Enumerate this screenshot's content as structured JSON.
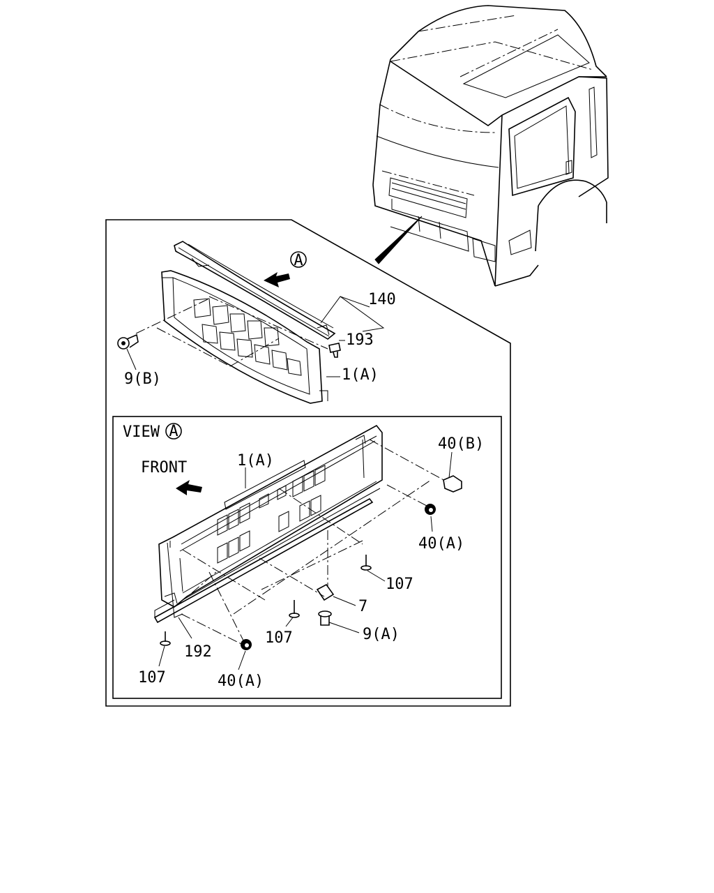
{
  "diagram": {
    "view_marker": "A",
    "labels": {
      "part_140": "140",
      "part_193": "193",
      "part_9b": "9(B)",
      "part_1a_top": "1(A)",
      "view_title": "VIEW",
      "front": "FRONT",
      "part_1a_view": "1(A)",
      "part_40b": "40(B)",
      "part_40a_right": "40(A)",
      "part_107_right": "107",
      "part_7": "7",
      "part_107_mid": "107",
      "part_9a": "9(A)",
      "part_192": "192",
      "part_107_left": "107",
      "part_40a_bottom": "40(A)"
    }
  }
}
